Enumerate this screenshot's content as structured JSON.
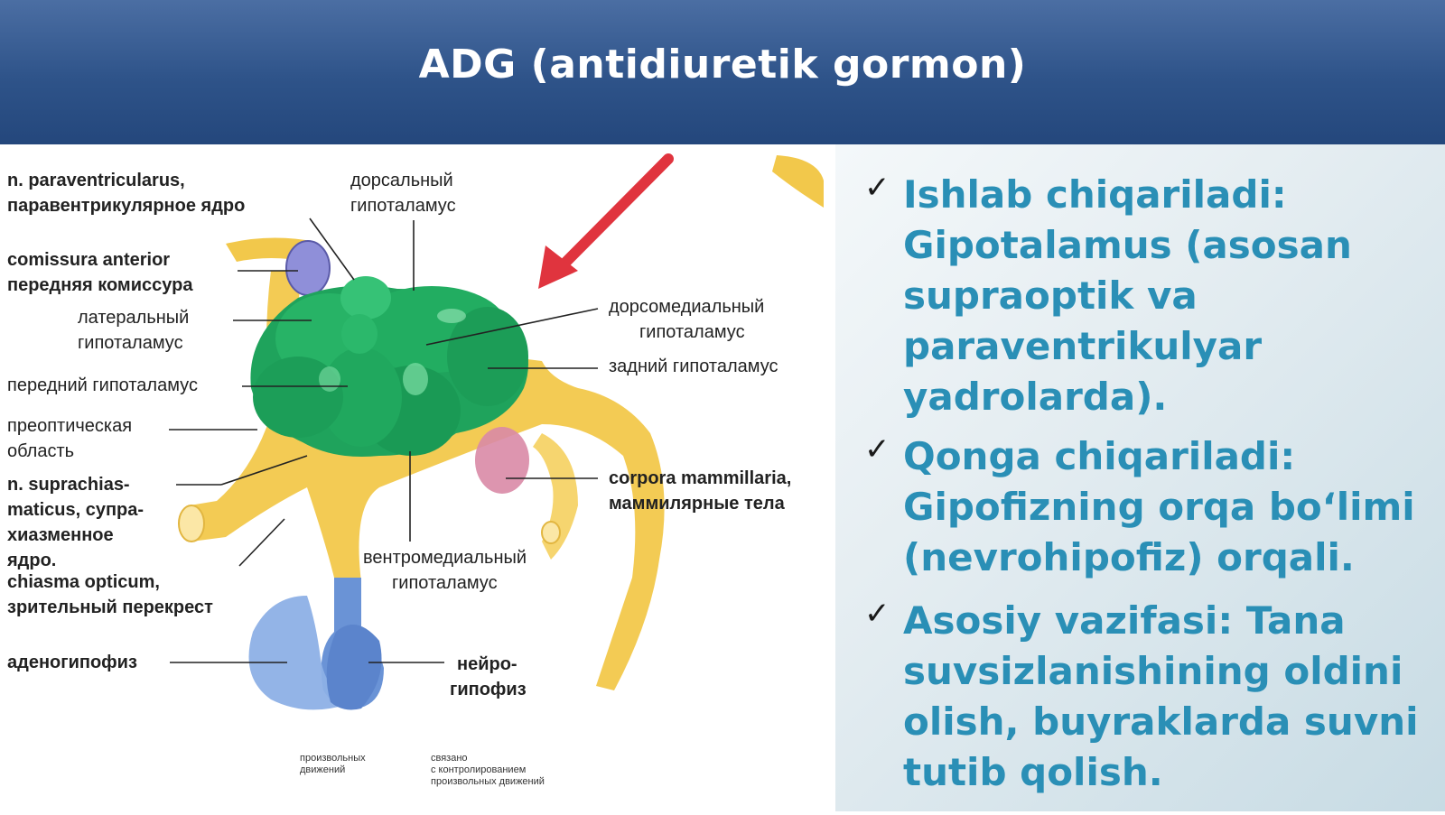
{
  "slide": {
    "title": "ADG (antidiuretik gormon)"
  },
  "figure": {
    "labels": {
      "paraventricular_1": "n. paraventricularus,",
      "paraventricular_2": "паравентрикулярное  ядро",
      "comissura_1": "comissura anterior",
      "comissura_2": "передняя комиссура",
      "lateral_1": "латеральный",
      "lateral_2": "гипоталамус",
      "anterior": "передний гипоталамус",
      "preoptic_1": "преоптическая",
      "preoptic_2": "область",
      "suprachias_1": "n. suprachias-",
      "suprachias_2": "maticus, супра-",
      "suprachias_3": "хиазменное",
      "suprachias_4": "ядро.",
      "chiasma_1": "chiasma opticum,",
      "chiasma_2": "зрительный перекрест",
      "adeno": "аденогипофиз",
      "dorsal_1": "дорсальный",
      "dorsal_2": "гипоталамус",
      "dorsomedial_1": "дорсомедиальный",
      "dorsomedial_2": "гипоталамус",
      "posterior": "задний гипоталамус",
      "mammillaria_1": "corpora mammillaria,",
      "mammillaria_2": "маммилярные тела",
      "ventromedial_1": "вентромедиальный",
      "ventromedial_2": "гипоталамус",
      "neuro_1": "нейро-",
      "neuro_2": "гипофиз",
      "footnote_left_1": "произвольных",
      "footnote_left_2": "движений",
      "footnote_right_1": "связано",
      "footnote_right_2": "с контролированием",
      "footnote_right_3": "произвольных движений"
    }
  },
  "bullets": [
    {
      "icon": "checkmark-icon",
      "check": "✓",
      "text": " Ishlab chiqariladi: Gipotalamus (asosan supraoptik va paraventrikulyar yadrolarda)."
    },
    {
      "icon": "checkmark-icon",
      "check": "✓",
      "text": "Qonga chiqariladi: Gipofizning orqa bo‘limi (nevrohipofiz) orqali."
    },
    {
      "icon": "checkmark-icon",
      "check": "✓",
      "text": "Asosiy vazifasi: Tana suvsizlanishining oldini olish, buyraklarda suvni tutib qolish."
    }
  ],
  "colors": {
    "header": "#2e5389",
    "bullet_text": "#2a8fb6",
    "hypothalamus": "#1fa35c",
    "brain_tissue": "#f2c84b",
    "pituitary": "#6a93d6",
    "mammillary": "#d98aa6",
    "arrow": "#e0343e"
  }
}
